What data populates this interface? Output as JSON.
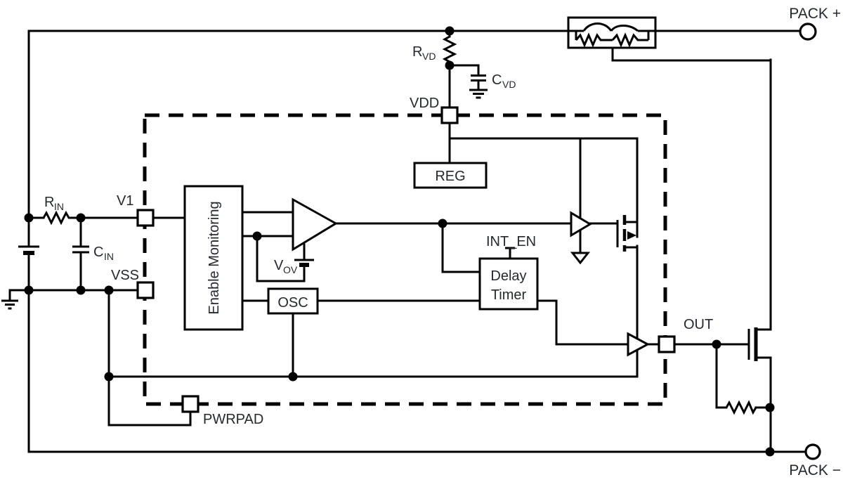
{
  "diagram_type": "battery-pack-protector-application-schematic",
  "colors": {
    "line": "#000000",
    "text": "#24282f",
    "background": "#ffffff"
  },
  "terminals": {
    "pack_plus": "PACK +",
    "pack_minus": "PACK −"
  },
  "pins": {
    "vdd": "VDD",
    "v1": "V1",
    "vss": "VSS",
    "out": "OUT",
    "pwrpad": "PWRPAD"
  },
  "blocks": {
    "reg": "REG",
    "enable_monitoring": "Enable Monitoring",
    "osc": "OSC",
    "delay_timer_line1": "Delay",
    "delay_timer_line2": "Timer"
  },
  "signals": {
    "int_en": "INT_EN"
  },
  "components": {
    "r_in": {
      "base": "R",
      "sub": "IN"
    },
    "c_in": {
      "base": "C",
      "sub": "IN"
    },
    "r_vd": {
      "base": "R",
      "sub": "VD"
    },
    "c_vd": {
      "base": "C",
      "sub": "VD"
    },
    "v_ov": {
      "base": "V",
      "sub": "OV"
    }
  }
}
